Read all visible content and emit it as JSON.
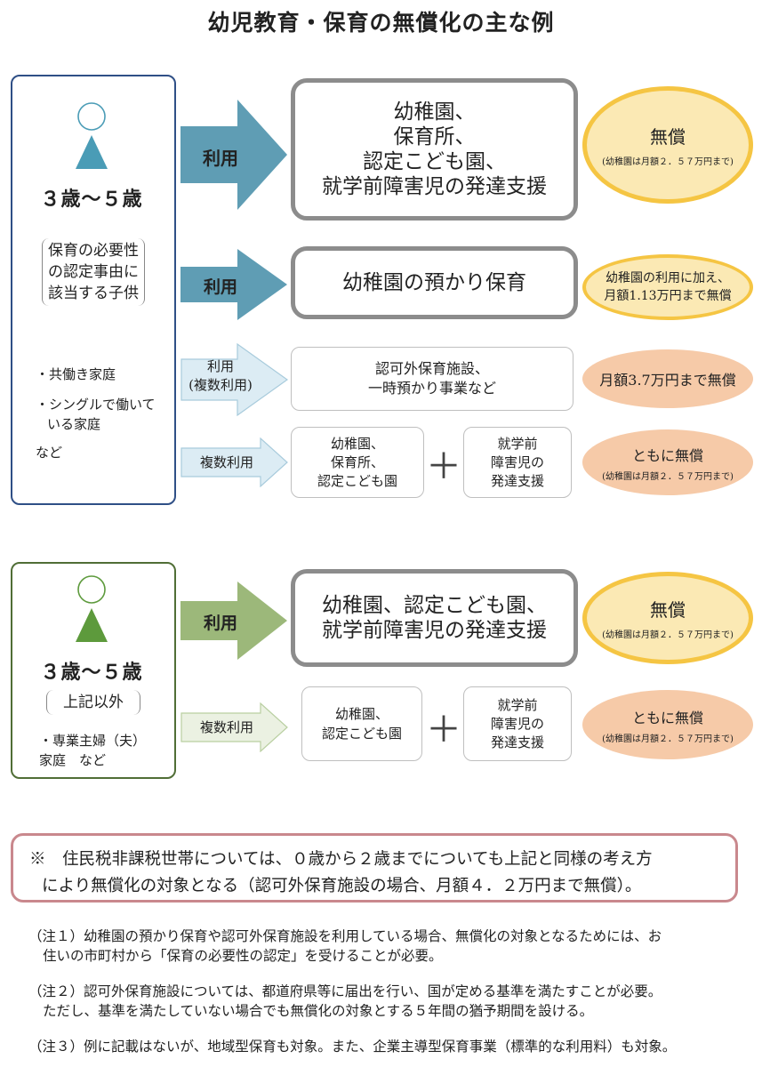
{
  "title": "幼児教育・保育の無償化の主な例",
  "group1": {
    "age": "３歳～５歳",
    "condition_lines": [
      "保育の必要性",
      "の認定事由に",
      "該当する子供"
    ],
    "examples": [
      "・共働き家庭",
      "・シングルで働いて",
      "いる家庭",
      "など"
    ],
    "rows": [
      {
        "arrow_label": "利用",
        "facility_lines": [
          "幼稚園、",
          "保育所、",
          "認定こども園、",
          "就学前障害児の発達支援"
        ],
        "result_main": "無償",
        "result_sub": "(幼稚園は月額２．５７万円まで)"
      },
      {
        "arrow_label": "利用",
        "facility_lines": [
          "幼稚園の預かり保育"
        ],
        "result_lines": [
          "幼稚園の利用に加え、",
          "月額1.13万円まで無償"
        ]
      },
      {
        "arrow_label_lines": [
          "利用",
          "(複数利用)"
        ],
        "facility_lines": [
          "認可外保育施設、",
          "一時預かり事業など"
        ],
        "result_main": "月額3.7万円まで無償"
      },
      {
        "arrow_label": "複数利用",
        "facility_a_lines": [
          "幼稚園、",
          "保育所、",
          "認定こども園"
        ],
        "plus": "＋",
        "facility_b_lines": [
          "就学前",
          "障害児の",
          "発達支援"
        ],
        "result_main": "ともに無償",
        "result_sub": "(幼稚園は月額２．５７万円まで)"
      }
    ]
  },
  "group2": {
    "age": "３歳～５歳",
    "condition_lines": [
      "上記以外"
    ],
    "examples": [
      "・専業主婦（夫）",
      "家庭　など"
    ],
    "rows": [
      {
        "arrow_label": "利用",
        "facility_lines": [
          "幼稚園、認定こども園、",
          "就学前障害児の発達支援"
        ],
        "result_main": "無償",
        "result_sub": "(幼稚園は月額２．５７万円まで)"
      },
      {
        "arrow_label": "複数利用",
        "facility_a_lines": [
          "幼稚園、",
          "認定こども園"
        ],
        "plus": "＋",
        "facility_b_lines": [
          "就学前",
          "障害児の",
          "発達支援"
        ],
        "result_main": "ともに無償",
        "result_sub": "(幼稚園は月額２．５７万円まで)"
      }
    ]
  },
  "notice_lines": [
    "※　住民税非課税世帯については、０歳から２歳までについても上記と同様の考え方",
    "により無償化の対象となる（認可外保育施設の場合、月額４．２万円まで無償）。"
  ],
  "footnotes": [
    [
      "（注１）幼稚園の預かり保育や認可外保育施設を利用している場合、無償化の対象となるためには、お",
      "住いの市町村から「保育の必要性の認定」を受けることが必要。"
    ],
    [
      "（注２）認可外保育施設については、都道府県等に届出を行い、国が定める基準を満たすことが必要。",
      "ただし、基準を満たしていない場合でも無償化の対象とする５年間の猶予期間を設ける。"
    ],
    [
      "（注３）例に記載はないが、地域型保育も対象。また、企業主導型保育事業（標準的な利用料）も対象。"
    ]
  ],
  "colors": {
    "blue_arrow": "#5f9db4",
    "light_blue_arrow": "#dcecf4",
    "green_arrow": "#9cb87a",
    "light_green_arrow": "#ebf1e2",
    "oval_gold": "#f5c543",
    "oval_peach": "#f6caa8",
    "person_blue": "#4a9cb6",
    "person_green": "#5d9a3c"
  }
}
